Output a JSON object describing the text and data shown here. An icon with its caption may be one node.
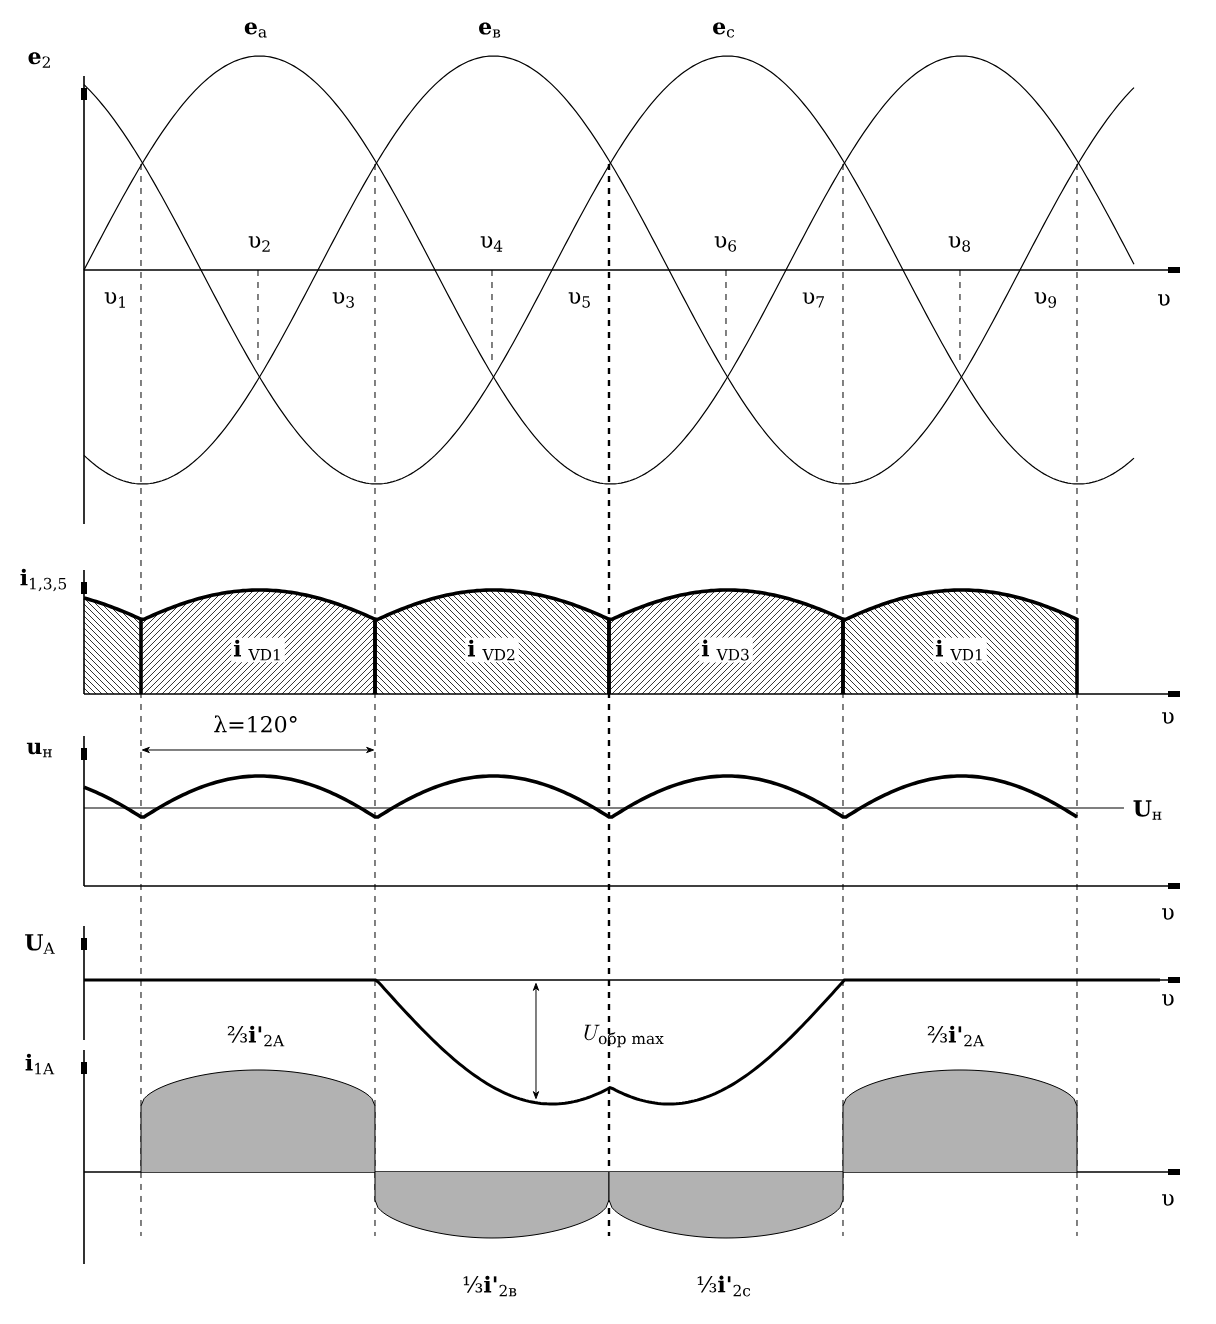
{
  "diagram": {
    "nodes": [
      {
        "text": [
          "**i** $_{VD1}$"
        ]
      },
      {
        "text": [
          "**i** $_{VD2}$"
        ]
      },
      {
        "text": [
          "**i** $_{VD3}$"
        ]
      },
      {
        "text": [
          "**i** $_{VD1}$"
        ]
      },
      {
        "text": [
          "⅔**i'**$_{2A}$"
        ]
      },
      {
        "text": [
          "⅓**i'**$_{2в}$"
        ]
      },
      {
        "text": [
          "⅓**i'**$_{2c}$"
        ]
      },
      {
        "text": [
          "⅔**i'**$_{2A}$"
        ]
      }
    ],
    "labels": [
      "**e**$_{2}$",
      "**e**$_{a}$",
      "**e**$_{в}$",
      "**e**$_{c}$",
      "υ$_{2}$",
      "υ$_{4}$",
      "υ$_{6}$",
      "υ$_{8}$",
      "υ$_{1}$",
      "υ$_{3}$",
      "υ$_{5}$",
      "υ$_{7}$",
      "υ$_{9}$",
      "υ",
      "**i**$_{1,3,5}$",
      "υ",
      "**u**$_{н}$",
      "λ=120°",
      "**U**$_{н}$",
      "υ",
      "**U**$_{A}$",
      "υ",
      "U_{\\text{обр max}}",
      "**i**$_{1A}$",
      "υ"
    ]
  }
}
